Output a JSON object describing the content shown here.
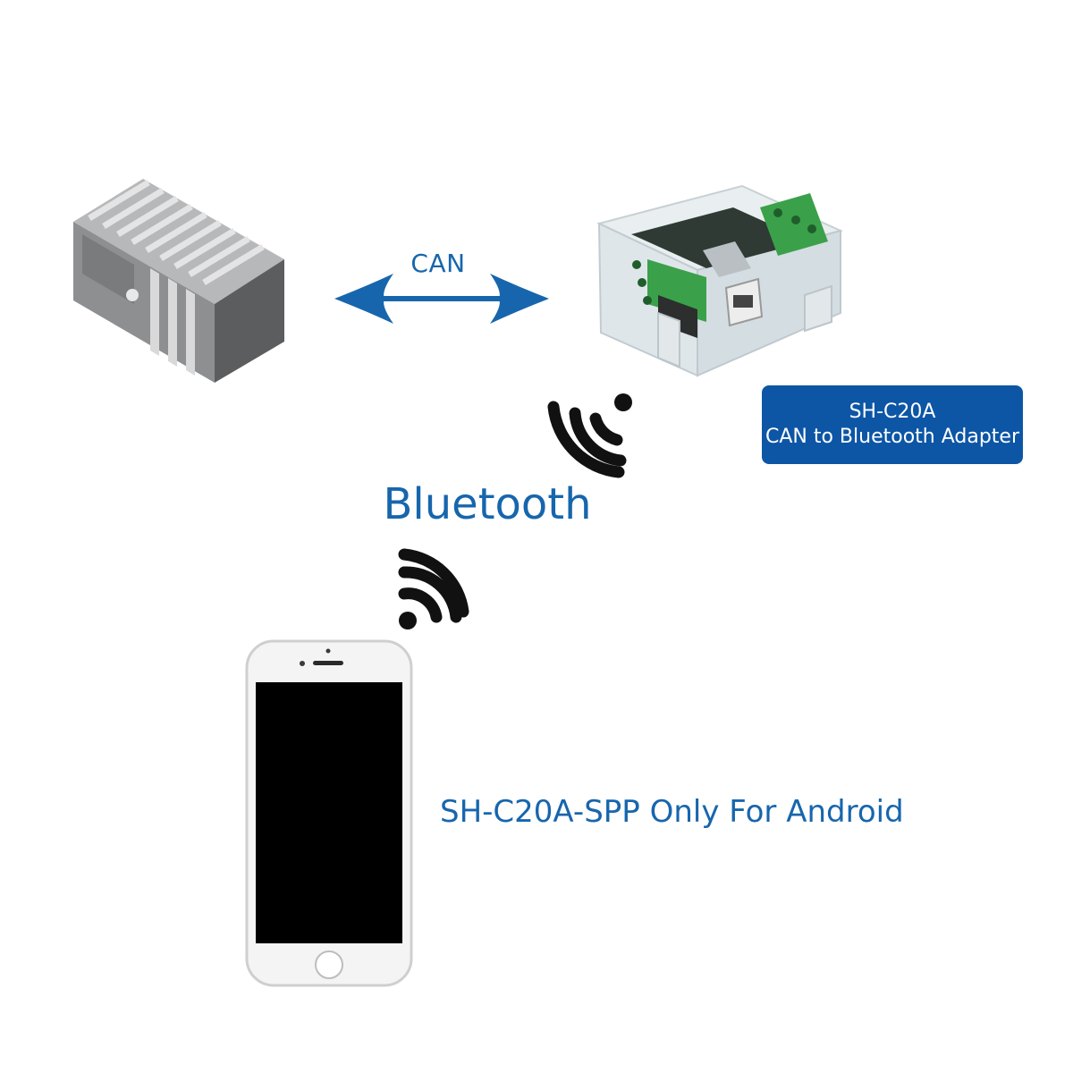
{
  "link": {
    "can_label": "CAN",
    "bluetooth_label": "Bluetooth"
  },
  "adapter": {
    "model": "SH-C20A",
    "description": "CAN to Bluetooth Adapter"
  },
  "phone": {
    "note": "SH-C20A-SPP Only For Android"
  },
  "colors": {
    "accent_blue": "#1766ad",
    "badge_blue": "#0d56a6",
    "plc_gray": "#6e6f71",
    "pcb_green": "#3aa14a"
  },
  "icons": [
    "plc-icon",
    "can-arrow-icon",
    "adapter-device-icon",
    "wireless-signal-icon",
    "smartphone-icon"
  ]
}
